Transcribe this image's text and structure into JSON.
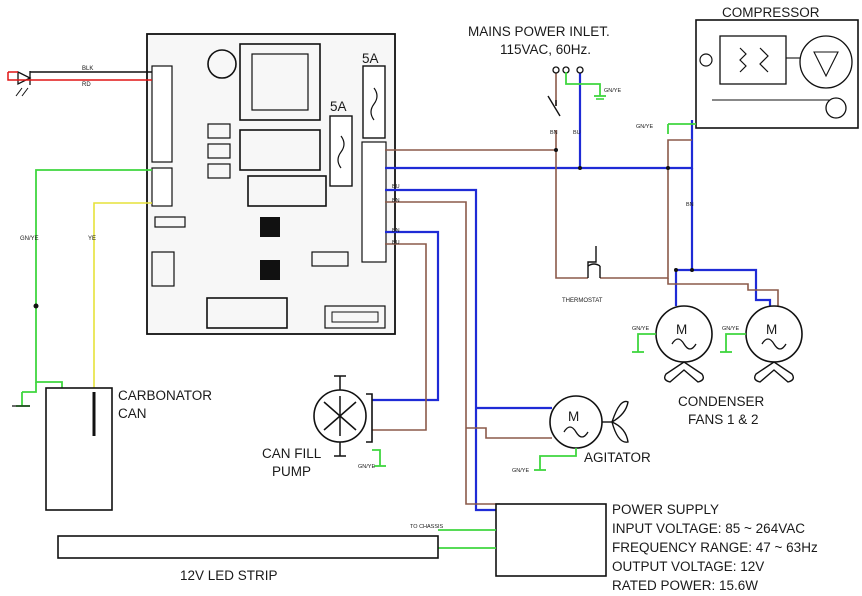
{
  "labels": {
    "mains_title": "MAINS POWER INLET.",
    "mains_spec": "115VAC, 60Hz.",
    "compressor": "COMPRESSOR",
    "thermostat": "THERMOSTAT",
    "condenser_line1": "CONDENSER",
    "condenser_line2": "FANS 1 & 2",
    "carbonator_line1": "CARBONATOR",
    "carbonator_line2": "CAN",
    "can_fill_line1": "CAN FILL",
    "can_fill_line2": "PUMP",
    "agitator": "AGITATOR",
    "led_strip": "12V LED STRIP",
    "to_chassis": "TO CHASSIS",
    "fuse_a": "5A",
    "fuse_b": "5A",
    "motor_symbol": "M"
  },
  "power_supply": {
    "title": "POWER SUPPLY",
    "input_voltage": "INPUT VOLTAGE: 85 ~ 264VAC",
    "frequency_range": "FREQUENCY RANGE: 47 ~ 63Hz",
    "output_voltage": "OUTPUT VOLTAGE: 12V",
    "rated_power": "RATED POWER: 15.6W"
  },
  "wire_tags": {
    "blk": "BLK",
    "rd": "RD",
    "gnye": "GN/YE",
    "ye": "YE",
    "bn": "BN",
    "bu": "BU"
  },
  "colors": {
    "blue_wire": "#1f2bd6",
    "brown_wire": "#8b5a4a",
    "green_wire": "#3fd63f",
    "yellow_wire": "#e6e23a",
    "red_wire": "#e01515"
  }
}
